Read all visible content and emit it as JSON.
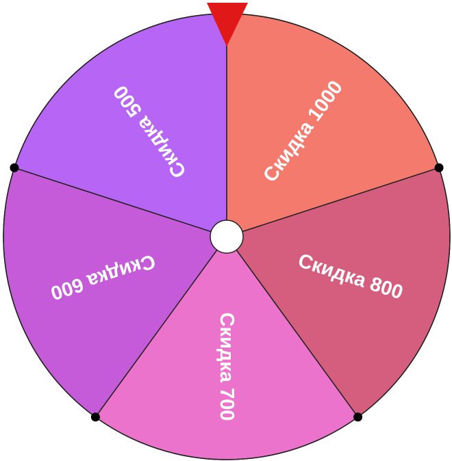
{
  "wheel": {
    "segments": [
      {
        "label": "Скидка 1000",
        "color": "#f57a6e"
      },
      {
        "label": "Скидка 800",
        "color": "#d55e7e"
      },
      {
        "label": "Скидка 700",
        "color": "#ec73cc"
      },
      {
        "label": "Скидка 600",
        "color": "#c55bd8"
      },
      {
        "label": "Скидка 500",
        "color": "#b765f4"
      }
    ],
    "pointer_color": "#e01818",
    "hub_color": "#ffffff",
    "border_color": "#222222",
    "peg_color": "#000000"
  }
}
